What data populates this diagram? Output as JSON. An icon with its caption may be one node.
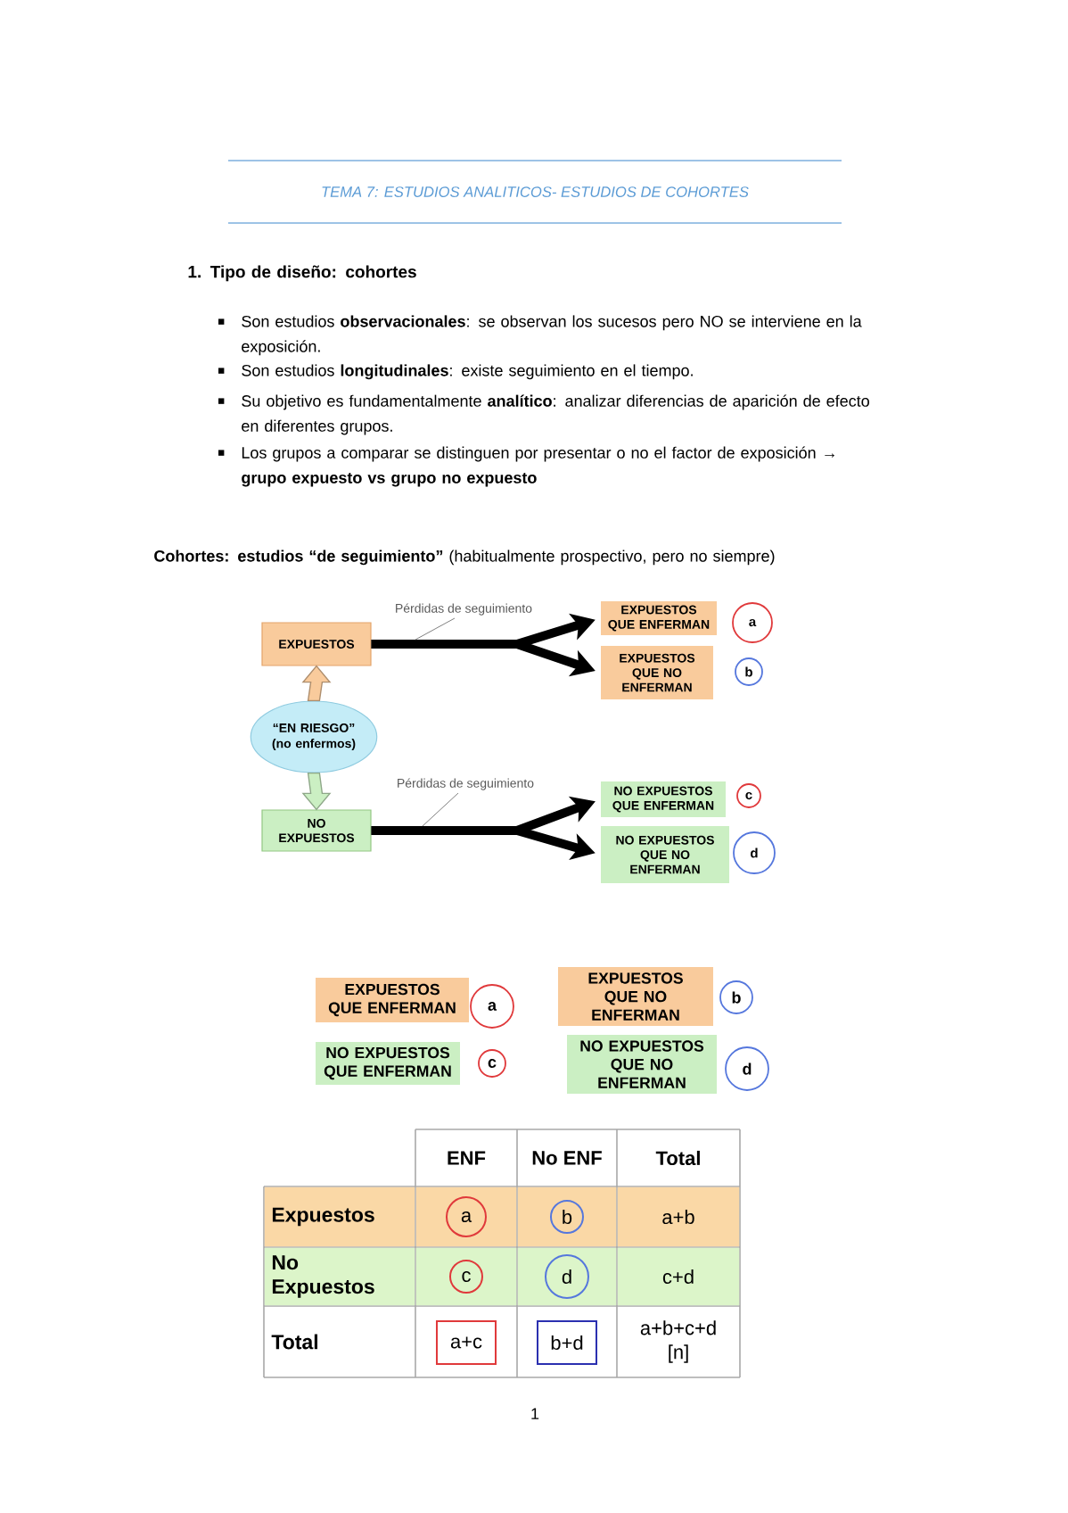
{
  "diagram": {
    "title": "TEMA 7: ESTUDIOS ANALITICOS- ESTUDIOS DE COHORTES",
    "nodes": [
      {
        "text": [
          "Pérdidas de seguimiento"
        ]
      },
      {
        "text": [
          "EXPUESTOS"
        ]
      },
      {
        "text": [
          "EXPUESTOS QUE ENFERMAN"
        ]
      },
      {
        "text": [
          "a"
        ]
      },
      {
        "text": [
          "EXPUESTOS QUE NO ENFERMAN"
        ]
      },
      {
        "text": [
          "b"
        ]
      },
      {
        "text": [
          "“EN RIESGO” (no enfermos)"
        ]
      },
      {
        "text": [
          "Pérdidas de seguimiento"
        ]
      },
      {
        "text": [
          "NO EXPUESTOS"
        ]
      },
      {
        "text": [
          "NO EXPUESTOS QUE ENFERMAN"
        ]
      },
      {
        "text": [
          "c"
        ]
      },
      {
        "text": [
          "NO EXPUESTOS QUE NO ENFERMAN"
        ]
      },
      {
        "text": [
          "d"
        ]
      },
      {
        "text": [
          "EXPUESTOS QUE ENFERMAN"
        ]
      },
      {
        "text": [
          "a"
        ]
      },
      {
        "text": [
          "EXPUESTOS QUE NO ENFERMAN"
        ]
      },
      {
        "text": [
          "b"
        ]
      },
      {
        "text": [
          "NO EXPUESTOS QUE ENFERMAN"
        ]
      },
      {
        "text": [
          "c"
        ]
      },
      {
        "text": [
          "NO EXPUESTOS QUE NO ENFERMAN"
        ]
      },
      {
        "text": [
          "d"
        ]
      },
      {
        "text": [
          "a"
        ]
      },
      {
        "text": [
          "b"
        ]
      },
      {
        "text": [
          "c"
        ]
      },
      {
        "text": [
          "d"
        ]
      },
      {
        "text": [
          "a+c"
        ]
      },
      {
        "text": [
          "b+d"
        ]
      }
    ],
    "edges": [
      {
        "from": 6,
        "to": 1,
        "arrow": "to",
        "color": "#f9cb9c"
      },
      {
        "from": 6,
        "to": 8,
        "arrow": "to",
        "color": "#cbefc3"
      },
      {
        "from": 1,
        "to": 2,
        "arrow": "to"
      },
      {
        "from": 1,
        "to": 4,
        "arrow": "to"
      },
      {
        "from": 8,
        "to": 9,
        "arrow": "to"
      },
      {
        "from": 8,
        "to": 11,
        "arrow": "to"
      },
      {
        "from": 0,
        "to": null,
        "arrow": "none",
        "color": "#7f7f7f"
      },
      {
        "from": 7,
        "to": null,
        "arrow": "none",
        "color": "#7f7f7f"
      }
    ],
    "labels": [
      "1. Tipo de diseño: cohortes",
      "Son estudios **observacionales**: se observan los sucesos pero NO se interviene en la exposición.",
      "Son estudios **longitudinales**: existe seguimiento en el tiempo.",
      "Su objetivo es fundamentalmente **analítico**: analizar diferencias de aparición de efecto en diferentes grupos.",
      "Los grupos a comparar se distinguen por presentar o no el factor de exposición → **grupo expuesto vs grupo no expuesto**",
      "**Cohortes: estudios “de seguimiento”** (habitualmente prospectivo, pero no siempre)",
      "ENF",
      "No ENF",
      "Total",
      "Expuestos",
      "a+b",
      "No Expuestos",
      "c+d",
      "Total",
      "a+b+c+d [n]",
      "1"
    ]
  }
}
